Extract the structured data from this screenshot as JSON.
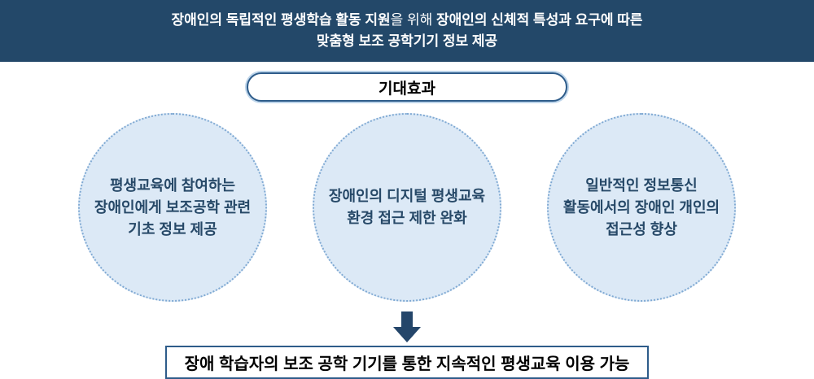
{
  "header": {
    "line1_bold_a": "장애인의 독립적인 평생학습 활동 지원",
    "line1_regular": "을 위해 ",
    "line1_bold_b": "장애인의 신체적 특성과 요구에 따른",
    "line2": "맞춤형 보조 공학기기 정보 제공"
  },
  "badge": {
    "label": "기대효과"
  },
  "circles": [
    {
      "lines": [
        "평생교육에 참여하는",
        "장애인에게 보조공학 관련",
        "기초 정보 제공"
      ]
    },
    {
      "lines": [
        "장애인의 디지털 평생교육",
        "환경 접근 제한 완화"
      ]
    },
    {
      "lines": [
        "일반적인 정보통신",
        "활동에서의 장애인 개인의",
        "접근성 향상"
      ]
    }
  ],
  "conclusion": {
    "label": "장애 학습자의 보조 공학 기기를 통한 지속적인 평생교육 이용 가능"
  },
  "colors": {
    "page_bg": "#ffffff",
    "header_bg": "#234869",
    "header_text": "#ffffff",
    "badge_border": "#2e5c8a",
    "badge_halo": "#bcd4ea",
    "badge_text": "#000000",
    "circle_fill": "#dce9f6",
    "circle_border": "#7fa9d3",
    "circle_text": "#274968",
    "arrow": "#24466a",
    "box_border": "#2e5c8a",
    "box_text": "#000000"
  }
}
